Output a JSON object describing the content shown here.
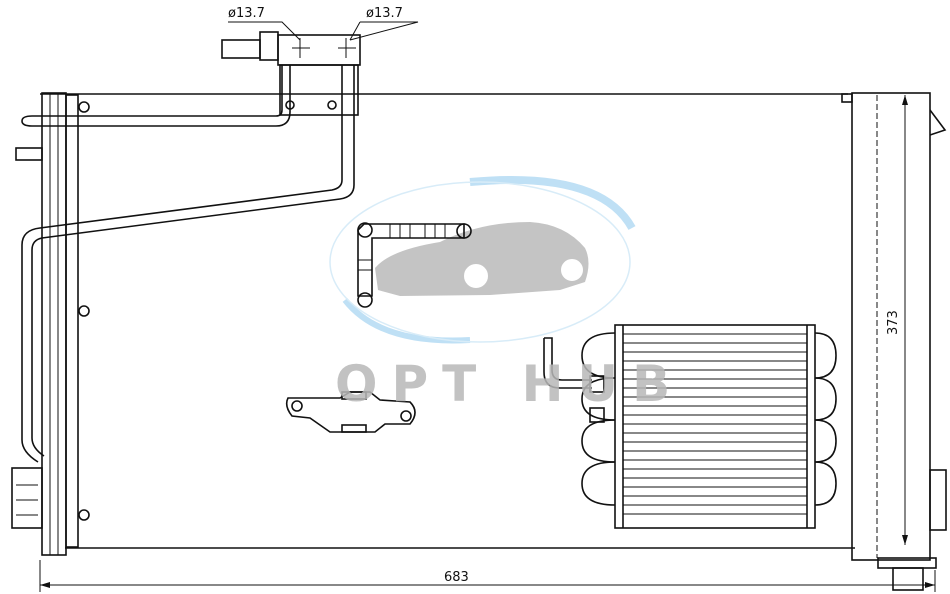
{
  "dimensions": {
    "inlet_diameter": "ø13.7",
    "outlet_diameter": "ø13.7",
    "width": "683",
    "height": "373"
  },
  "watermark": {
    "text": "OPT HUB",
    "arc_color": "#bfe0f5",
    "text_color": "#b8b8b8"
  }
}
